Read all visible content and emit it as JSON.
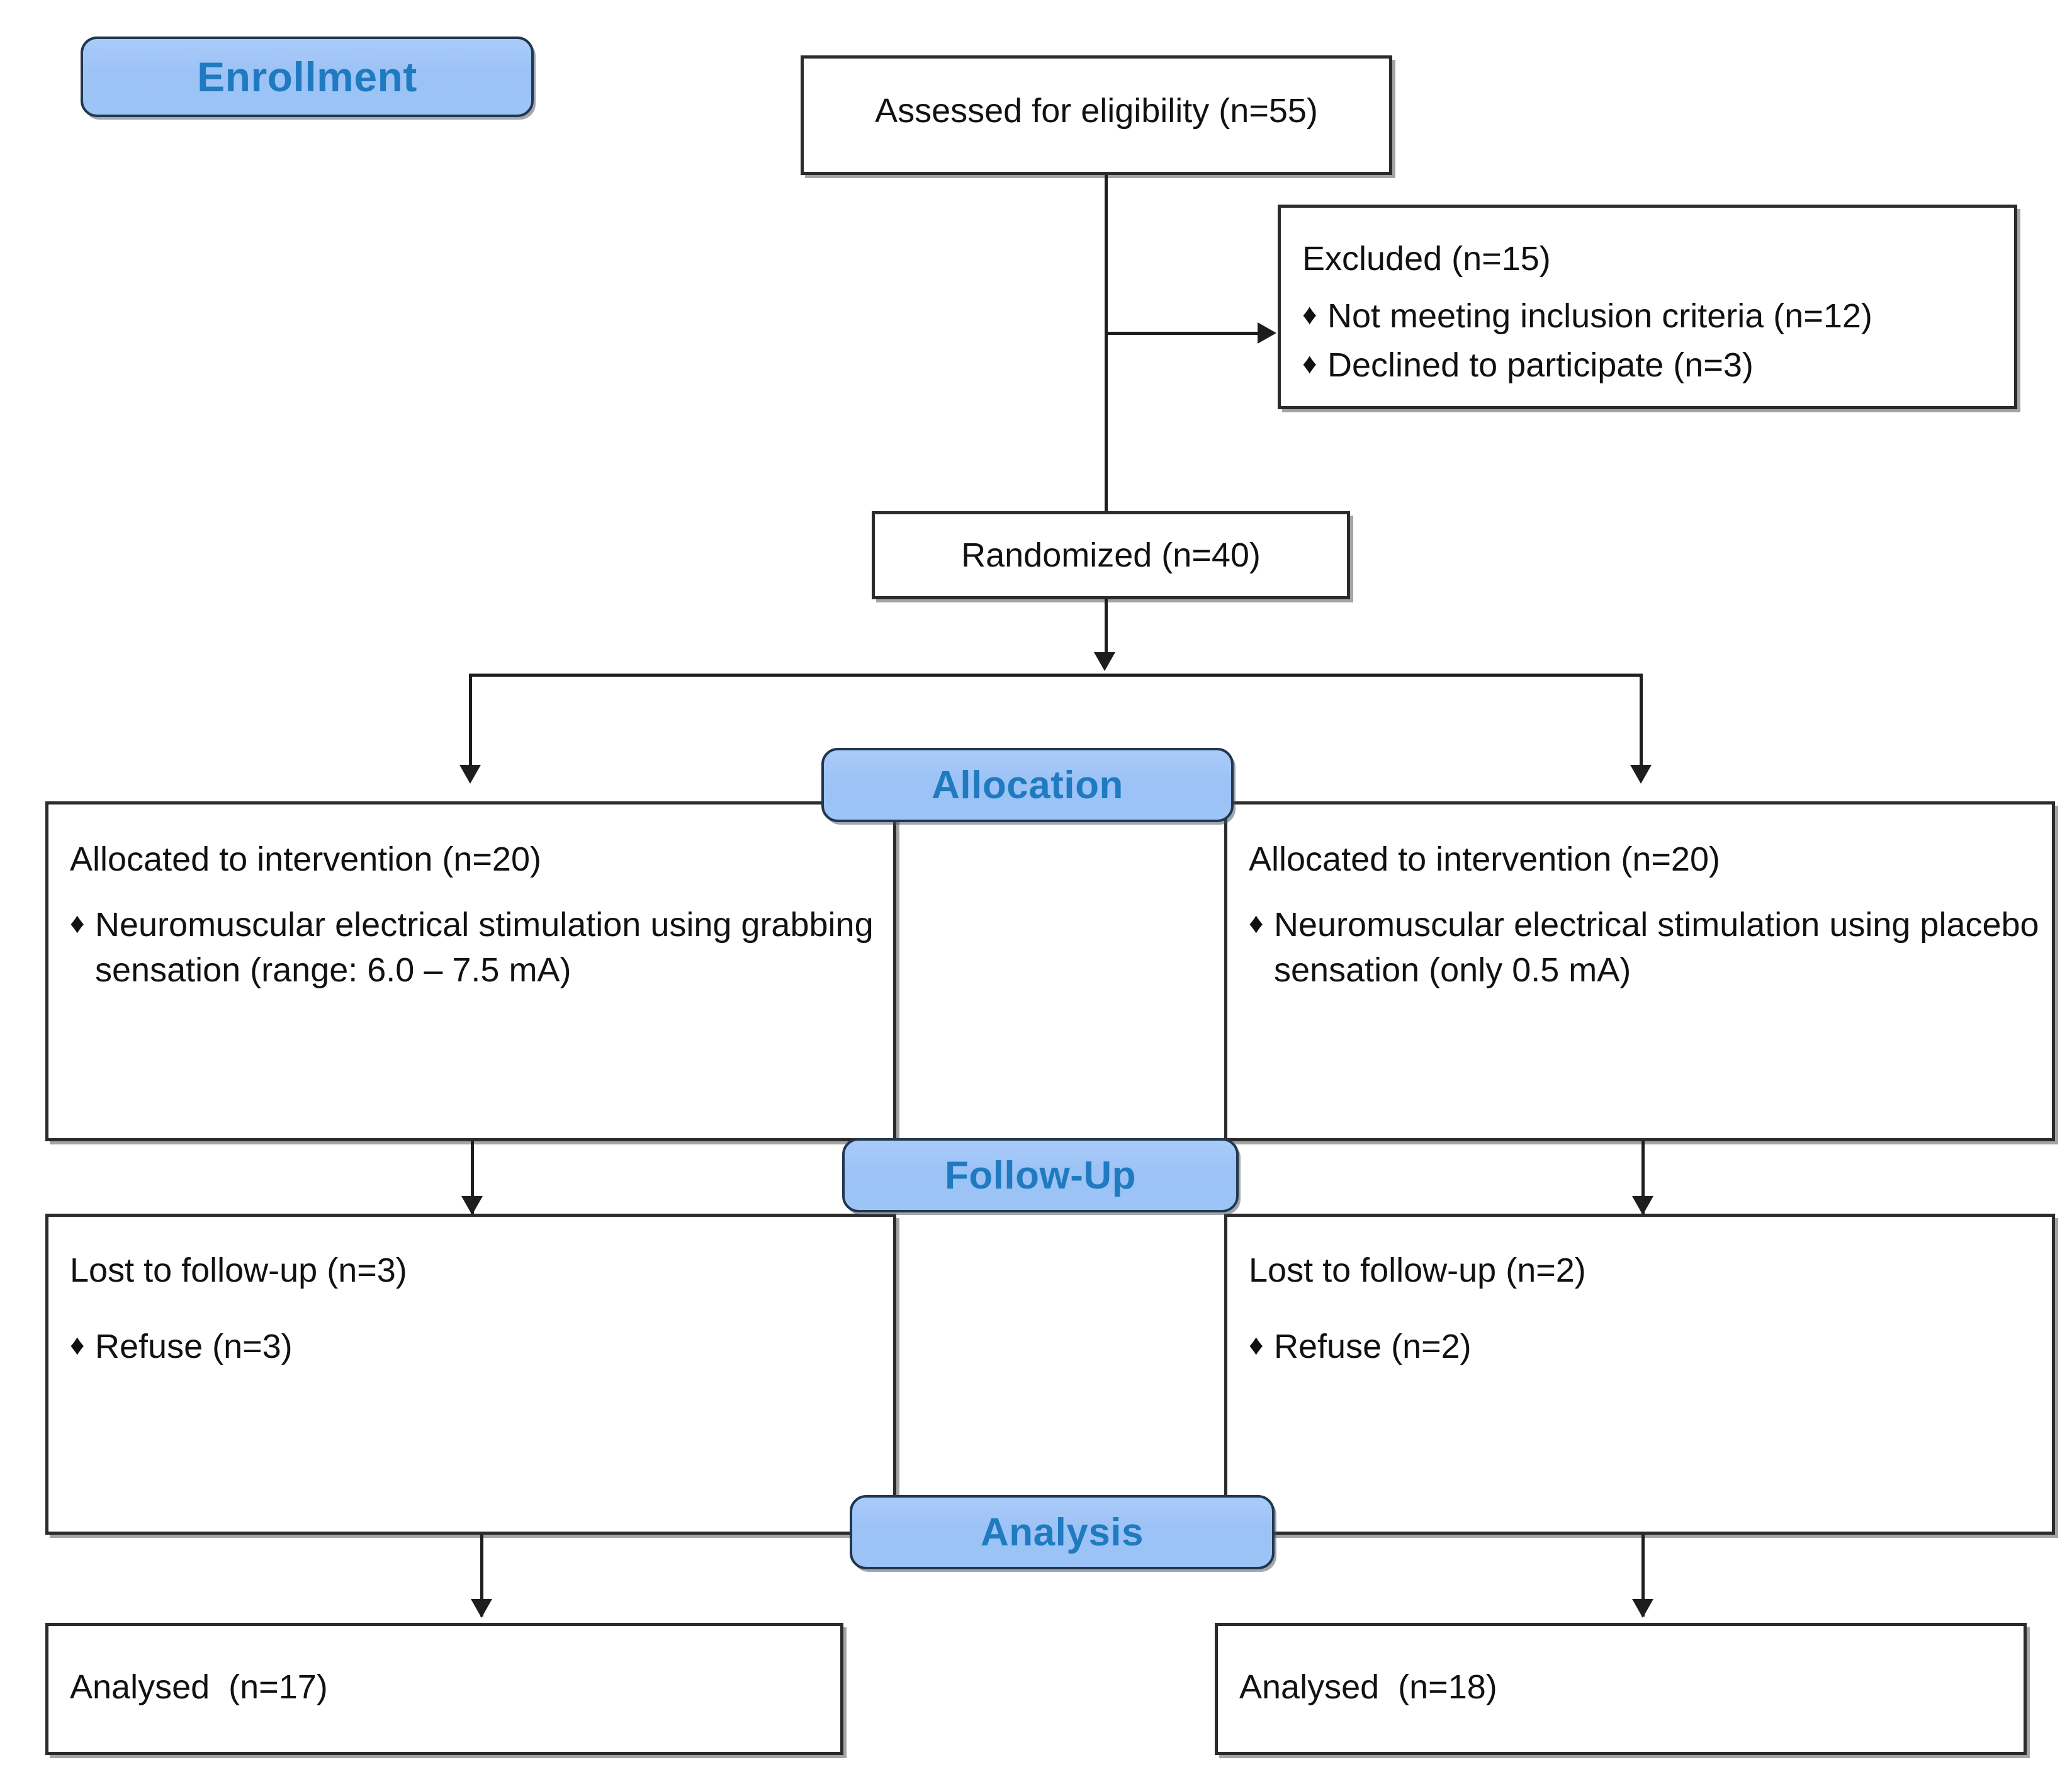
{
  "diagram": {
    "title": "CONSORT participant flow diagram",
    "accent_blue_fill": "#9dc4f7",
    "accent_blue_border": "#21374f",
    "label_text_color": "#1f7ac0",
    "box_border_color": "#2b2b2b",
    "bullet_glyph": "♦"
  },
  "stage_labels": {
    "enrollment": "Enrollment",
    "allocation": "Allocation",
    "followup": "Follow-Up",
    "analysis": "Analysis"
  },
  "enrollment": {
    "assessed": "Assessed for eligibility (n=55)",
    "excluded_title": "Excluded (n=15)",
    "excluded_items": [
      "Not meeting inclusion criteria (n=12)",
      "Declined to participate (n=3)"
    ],
    "randomized": "Randomized (n=40)"
  },
  "allocation": {
    "left": {
      "title": "Allocated to intervention (n=20)",
      "items": [
        "Neuromuscular electrical stimulation using grabbing sensation (range: 6.0 – 7.5 mA)"
      ]
    },
    "right": {
      "title": "Allocated to intervention (n=20)",
      "items": [
        "Neuromuscular electrical stimulation using placebo sensation (only 0.5 mA)"
      ]
    }
  },
  "followup": {
    "left": {
      "title": "Lost to follow-up (n=3)",
      "items": [
        "Refuse (n=3)"
      ]
    },
    "right": {
      "title": "Lost to follow-up (n=2)",
      "items": [
        "Refuse (n=2)"
      ]
    }
  },
  "analysis": {
    "left": "Analysed  (n=17)",
    "right": "Analysed  (n=18)"
  }
}
